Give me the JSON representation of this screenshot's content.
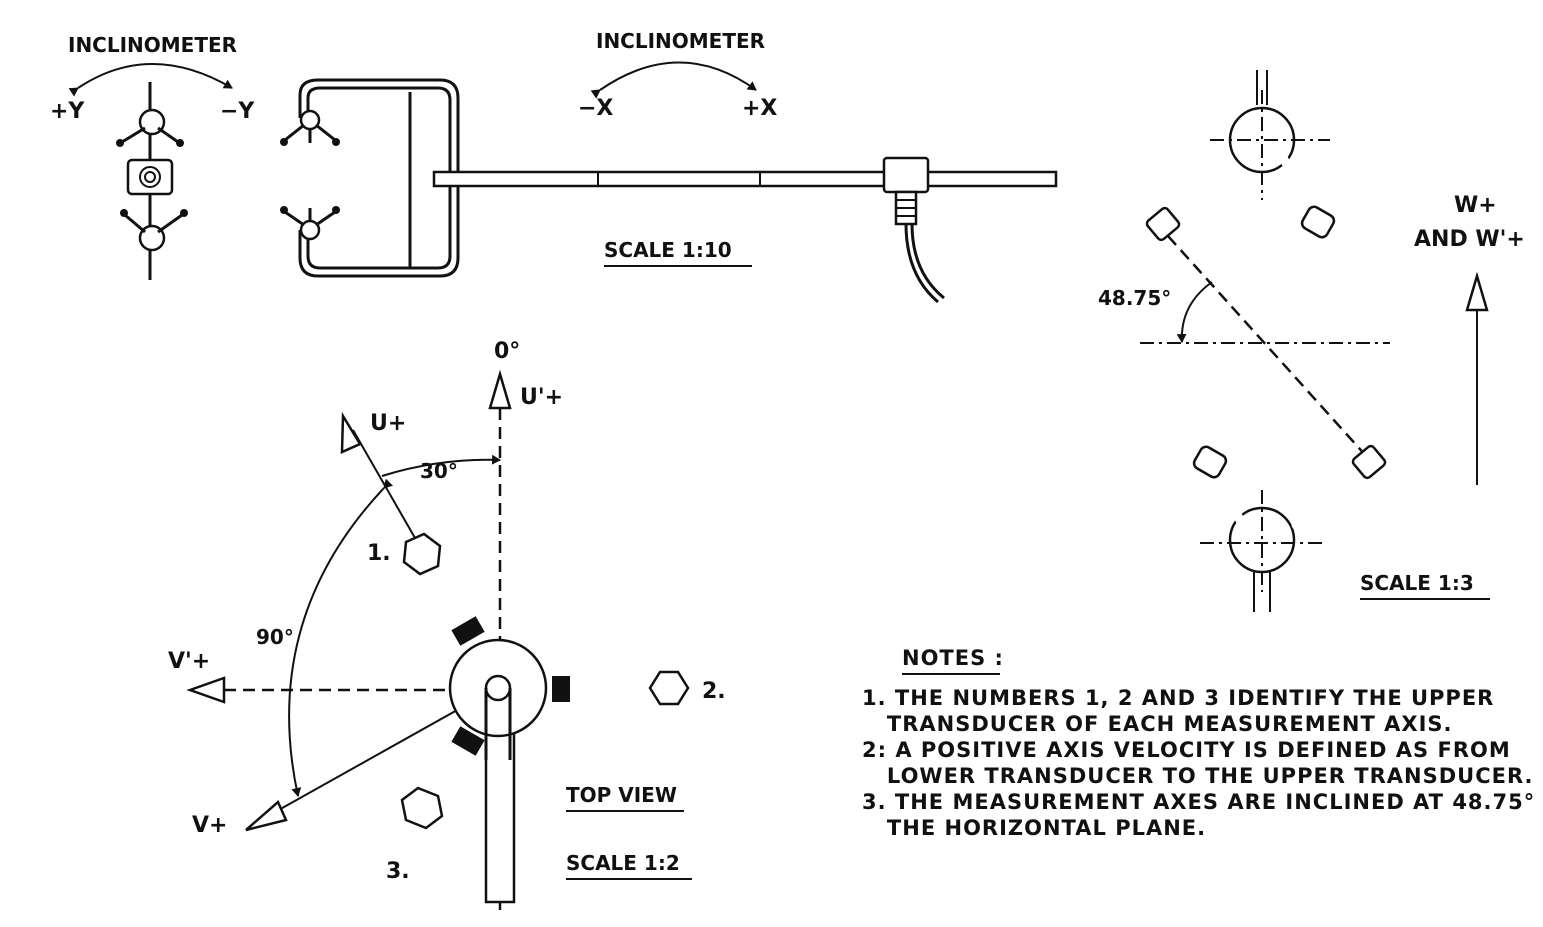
{
  "top_left": {
    "title": "INCLINOMETER",
    "plus_y": "+Y",
    "minus_y": "−Y"
  },
  "top_center": {
    "title": "INCLINOMETER",
    "minus_x": "−X",
    "plus_x": "+X",
    "scale": "SCALE 1:10"
  },
  "side_view": {
    "angle": "48.75°",
    "scale": "SCALE 1:3",
    "w_label_line1": "W+",
    "w_label_line2": "AND W'+"
  },
  "top_view": {
    "zero_deg": "0°",
    "u_prime": "U'+",
    "u_plus": "U+",
    "angle_30": "30°",
    "angle_90": "90°",
    "v_prime": "V'+",
    "v_plus": "V+",
    "t1": "1.",
    "t2": "2.",
    "t3": "3.",
    "title": "TOP VIEW",
    "scale": "SCALE 1:2"
  },
  "notes": {
    "heading": "NOTES :",
    "items": [
      "1. THE NUMBERS 1, 2 AND 3 IDENTIFY THE UPPER",
      "   TRANSDUCER OF EACH MEASUREMENT AXIS.",
      "2: A POSITIVE AXIS VELOCITY IS DEFINED AS FROM",
      "   LOWER TRANSDUCER TO THE UPPER TRANSDUCER.",
      "3. THE MEASUREMENT AXES ARE INCLINED AT 48.75°",
      "   THE HORIZONTAL PLANE."
    ]
  }
}
